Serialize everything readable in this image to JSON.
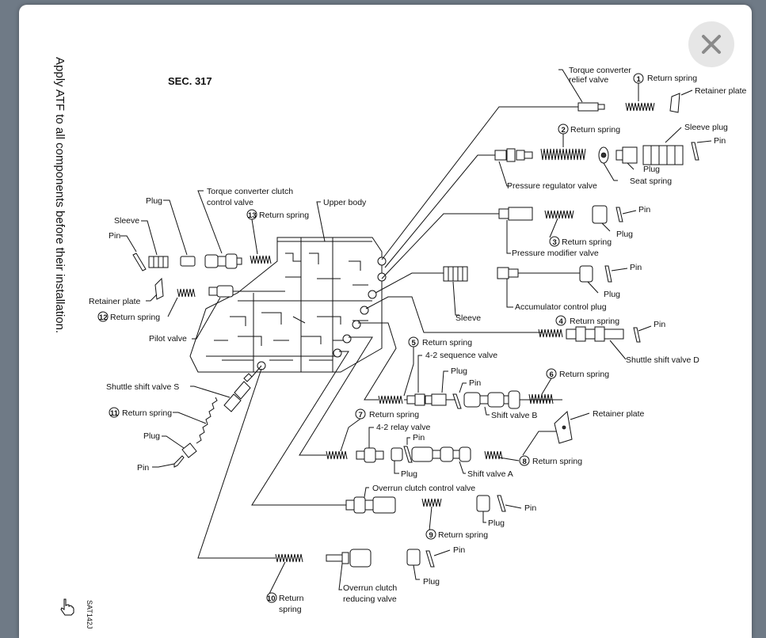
{
  "dialog": {
    "close_glyph": "×",
    "instruction": "Apply ATF to all components before their installation.",
    "section": "SEC. 317",
    "figure_code": "SAT142J"
  },
  "labels": {
    "torque_converter_relief_valve": [
      "Torque converter",
      "relief valve"
    ],
    "return_spring_1": "Return spring",
    "retainer_plate_top": "Retainer plate",
    "return_spring_2": "Return spring",
    "sleeve_plug": "Sleeve plug",
    "pin_top": "Pin",
    "plug_top": "Plug",
    "seat_spring": "Seat spring",
    "pressure_regulator_valve": "Pressure regulator valve",
    "pin_pmv": "Pin",
    "plug_pmv": "Plug",
    "return_spring_3": "Return spring",
    "pressure_modifier_valve": "Pressure modifier valve",
    "pin_acp": "Pin",
    "plug_acp": "Plug",
    "accumulator_control_plug": "Accumulator control plug",
    "sleeve_mid": "Sleeve",
    "return_spring_4": "Return spring",
    "pin_ssd": "Pin",
    "shuttle_shift_valve_d": "Shuttle shift valve D",
    "return_spring_5": "Return spring",
    "four_two_sequence_valve": "4-2 sequence valve",
    "plug_seq": "Plug",
    "pin_seq": "Pin",
    "shift_valve_b": "Shift valve B",
    "return_spring_6": "Return spring",
    "retainer_plate_mid": "Retainer plate",
    "return_spring_7": "Return spring",
    "four_two_relay_valve": "4-2 relay valve",
    "pin_relay": "Pin",
    "plug_relay": "Plug",
    "shift_valve_a": "Shift valve A",
    "return_spring_8": "Return spring",
    "overrun_clutch_control_valve": "Overrun clutch control valve",
    "pin_occ": "Pin",
    "plug_occ": "Plug",
    "return_spring_9": "Return spring",
    "pin_ocr": "Pin",
    "plug_ocr": "Plug",
    "return_spring_10": [
      "Return",
      "spring"
    ],
    "overrun_clutch_reducing_valve": [
      "Overrun clutch",
      "reducing valve"
    ],
    "plug_left": "Plug",
    "torque_converter_clutch_control_valve": [
      "Torque converter clutch",
      "control valve"
    ],
    "upper_body": "Upper body",
    "return_spring_13": "Return spring",
    "sleeve_left": "Sleeve",
    "pin_left": "Pin",
    "retainer_plate_left": "Retainer plate",
    "return_spring_12": "Return spring",
    "pilot_valve": "Pilot valve",
    "shuttle_shift_valve_s": "Shuttle shift valve S",
    "return_spring_11": "Return spring",
    "plug_bottom_left": "Plug",
    "pin_bottom_left": "Pin"
  },
  "callouts": [
    "1",
    "2",
    "3",
    "4",
    "5",
    "6",
    "7",
    "8",
    "9",
    "10",
    "11",
    "12",
    "13"
  ],
  "icons": {
    "close": "close-icon",
    "pointer": "hand-pointer-icon"
  },
  "colors": {
    "backdrop": "#6f7a86",
    "panel": "#ffffff",
    "close_bg": "#e6e6e6",
    "close_x": "#8a8a8a"
  }
}
